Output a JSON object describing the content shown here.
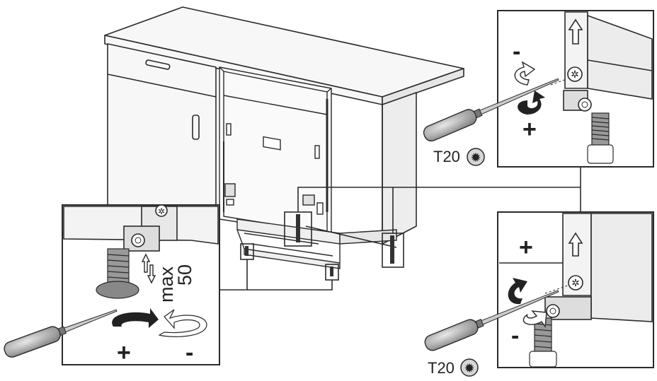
{
  "top_right_inset": {
    "minus_sign": "-",
    "plus_sign": "+",
    "tool_label": "T20"
  },
  "bottom_right_inset": {
    "plus_sign": "+",
    "minus_sign": "-",
    "tool_label": "T20"
  },
  "left_inset": {
    "max_label": "max",
    "max_value": "50",
    "plus_sign": "+",
    "minus_sign": "-"
  },
  "colors": {
    "line": "#2a2a2a",
    "fill_light": "#f7f7f7",
    "fill_gray": "#d9d9d9",
    "fill_dark": "#555555",
    "background": "#ffffff"
  },
  "icons": [
    "torx-icon",
    "rotate-clockwise-icon",
    "rotate-counterclockwise-icon",
    "arrow-up-icon",
    "screwdriver-icon"
  ]
}
